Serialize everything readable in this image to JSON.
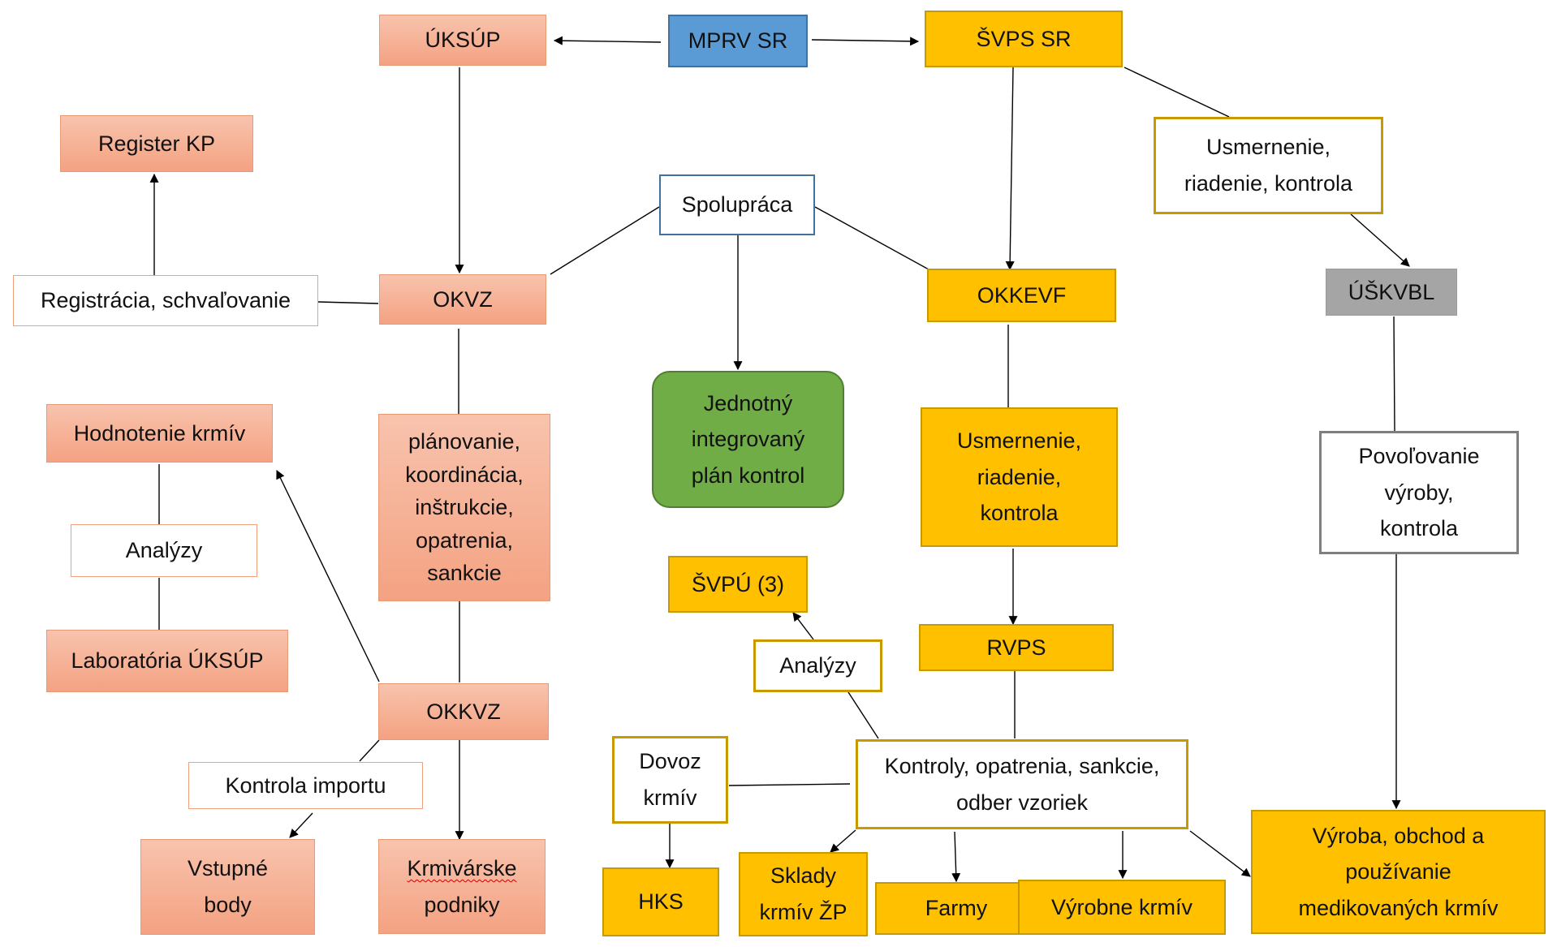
{
  "nodes": {
    "mprv": "MPRV SR",
    "uksup": "ÚKSÚP",
    "svps": "ŠVPS SR",
    "register_kp": "Register KP",
    "usm_top": "Usmernenie, riadenie, kontrola",
    "spolupraca": "Spolupráca",
    "registracia": "Registrácia, schvaľovanie",
    "okvz": "OKVZ",
    "okkevf": "OKKEVF",
    "uskvbl": "ÚŠKVBL",
    "hodnotenie": "Hodnotenie krmív",
    "planovanie": "plánovanie, koordinácia, inštrukcie, opatrenia, sankcie",
    "jednotny": "Jednotný integrovaný plán kontrol",
    "usm_mid": "Usmernenie, riadenie, kontrola",
    "povolovanie": "Povoľovanie výroby, kontrola",
    "analyzy_left": "Analýzy",
    "svpu": "ŠVPÚ (3)",
    "laboratoria": "Laboratória ÚKSÚP",
    "analyzy_mid": "Analýzy",
    "rvps": "RVPS",
    "okkvz": "OKKVZ",
    "dovoz": "Dovoz krmív",
    "kontroly": "Kontroly, opatrenia, sankcie, odber vzoriek",
    "kontrola_importu": "Kontrola importu",
    "vyroba_obchod": "Výroba,  obchod a používanie medikovaných krmív",
    "vstupne_body": "Vstupné body",
    "krmivarske_word": "Krmivárske",
    "krmivarske_rest": "podniky",
    "hks": "HKS",
    "sklady": "Sklady krmív ŽP",
    "farmy": "Farmy",
    "vyrobne": "Výrobne krmív"
  }
}
